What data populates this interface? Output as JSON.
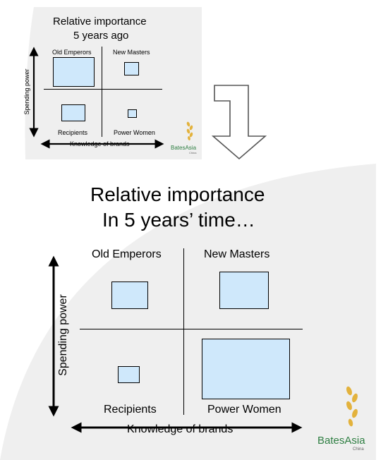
{
  "small": {
    "title_line1": "Relative importance",
    "title_line2": "5 years ago",
    "quadrants": [
      "Old Emperors",
      "New Masters",
      "Recipients",
      "Power Women"
    ],
    "y_axis": "Spending power",
    "x_axis": "Knowledge of brands",
    "logo": "BatesAsia",
    "logo_sub": "China"
  },
  "large": {
    "title_line1": "Relative importance",
    "title_line2": "In 5 years’ time…",
    "quadrants": [
      "Old Emperors",
      "New Masters",
      "Recipients",
      "Power Women"
    ],
    "y_axis": "Spending power",
    "x_axis": "Knowledge of brands",
    "logo": "BatesAsia",
    "logo_sub": "China"
  },
  "colors": {
    "box_fill": "#cfe8fb",
    "panel_bg": "#efefef",
    "logo_green": "#2f7f43",
    "logo_gold": "#e3b23c"
  },
  "icons": {
    "transition": "bent-down-arrow-icon"
  }
}
